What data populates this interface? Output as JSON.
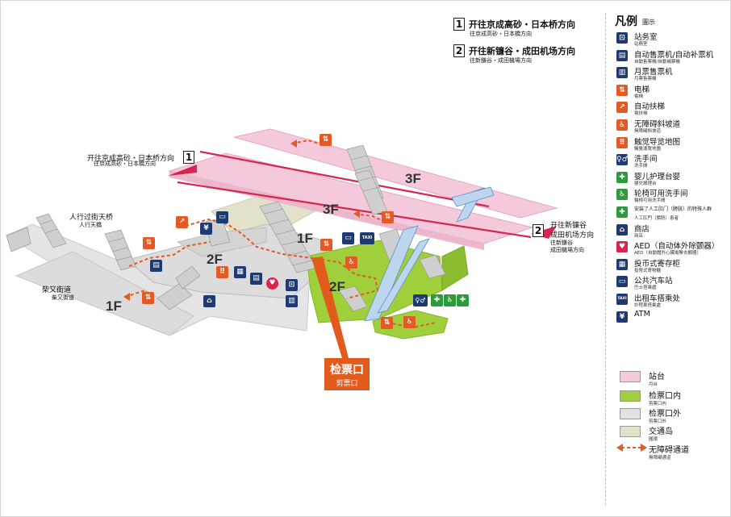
{
  "colors": {
    "platform": "#f5c9dc",
    "inside_gate": "#9fcf3a",
    "outside_gate": "#e2e2e2",
    "traffic_island": "#e4e1cb",
    "barrier_free": "#e45a25",
    "track_line": "#d6254e",
    "gate_box": "#e25a1c"
  },
  "directions": {
    "dir1": {
      "num": "1",
      "title": "开往京成高砂・日本桥方向",
      "sub": "往京成高砂・日本橋方向"
    },
    "dir2": {
      "num": "2",
      "title": "开往新镰谷・成田机场方向",
      "sub": "往新鎌谷・成田機場方向"
    }
  },
  "map_labels": {
    "track1": {
      "num": "1",
      "title": "开往京成高砂・日本桥方向",
      "sub": "往京成高砂・日本橋方向"
    },
    "track2": {
      "num": "2",
      "title": "开往新镰谷",
      "title2": "成田机场方向",
      "sub": "往新鎌谷",
      "sub2": "成田機場方向"
    },
    "bridge": {
      "title": "人行过街天桥",
      "sub": "人行天橋"
    },
    "street": {
      "title": "柴又街道",
      "sub": "柴又街道"
    },
    "gate": {
      "title": "检票口",
      "sub": "剪票口"
    }
  },
  "floors": {
    "f3a": "3F",
    "f3b": "3F",
    "f2a": "2F",
    "f2b": "2F",
    "f1a": "1F",
    "f1b": "1F"
  },
  "map_icons": {
    "taxi": "TAXI",
    "atm": "¥"
  },
  "legend": {
    "title": "凡例",
    "title_sub": "圖示",
    "items": [
      {
        "icon": "station-office-icon",
        "glyph": "⊡",
        "color": "#1f3a70",
        "label": "站务室",
        "sub": "站務室"
      },
      {
        "icon": "ticket-machine-icon",
        "glyph": "▤",
        "color": "#1f3a70",
        "label": "自动售票机/自动补票机",
        "sub": "自動售票機/自動補票機"
      },
      {
        "icon": "pass-ticket-machine-icon",
        "glyph": "▥",
        "color": "#1f3a70",
        "label": "月票售票机",
        "sub": "月票售票機"
      },
      {
        "icon": "elevator-icon",
        "glyph": "⇅",
        "color": "#e45a25",
        "label": "电梯",
        "sub": "電梯"
      },
      {
        "icon": "escalator-icon",
        "glyph": "↗",
        "color": "#e45a25",
        "label": "自动扶梯",
        "sub": "電扶梯"
      },
      {
        "icon": "ramp-icon",
        "glyph": "♿",
        "color": "#e45a25",
        "label": "无障碍斜坡道",
        "sub": "無障礙斜坡道"
      },
      {
        "icon": "tactile-map-icon",
        "glyph": "⠿",
        "color": "#e45a25",
        "label": "触觉导览地图",
        "sub": "觸覺導覽地圖"
      },
      {
        "icon": "restroom-icon",
        "glyph": "♀♂",
        "color": "#1f3a70",
        "label": "洗手间",
        "sub": "洗手間"
      },
      {
        "icon": "baby-changing-icon",
        "glyph": "✚",
        "color": "#2e9a3e",
        "label": "婴儿护理台婴",
        "sub": "嬰兒護理台"
      },
      {
        "icon": "accessible-toilet-icon",
        "glyph": "♿",
        "color": "#2e9a3e",
        "label": "轮椅可用洗手间",
        "sub": "輪椅可用洗手間"
      },
      {
        "icon": "ostomate-icon",
        "glyph": "✚",
        "color": "#2e9a3e",
        "label": "安装了人工肛门（膀胱）的特殊人群",
        "sub": "人工肛門（膀胱）患者"
      },
      {
        "icon": "shop-icon",
        "glyph": "⌂",
        "color": "#1f3a70",
        "label": "商店",
        "sub": "商店"
      },
      {
        "icon": "aed-icon",
        "glyph": "♥",
        "color": "#d6254e",
        "label": "AED（自动体外除颤器）",
        "sub": "AED（自動體外心臟電擊去顫器）"
      },
      {
        "icon": "locker-icon",
        "glyph": "▦",
        "color": "#1f3a70",
        "label": "投币式寄存柜",
        "sub": "投幣式寄物櫃"
      },
      {
        "icon": "bus-icon",
        "glyph": "▭",
        "color": "#1f3a70",
        "label": "公共汽车站",
        "sub": "巴士搭乘處"
      },
      {
        "icon": "taxi-icon",
        "glyph": "TAXI",
        "color": "#1f3a70",
        "label": "出租车搭乘处",
        "sub": "計程車搭乘處"
      },
      {
        "icon": "atm-icon",
        "glyph": "¥",
        "color": "#1f3a70",
        "label": "ATM",
        "sub": ""
      }
    ],
    "swatches": [
      {
        "label": "站台",
        "sub": "月台"
      },
      {
        "label": "检票口内",
        "sub": "剪票口內"
      },
      {
        "label": "检票口外",
        "sub": "剪票口外"
      },
      {
        "label": "交通岛",
        "sub": "圓環"
      }
    ],
    "barrier_free": {
      "label": "无障碍通道",
      "sub": "無障礙通道"
    }
  }
}
